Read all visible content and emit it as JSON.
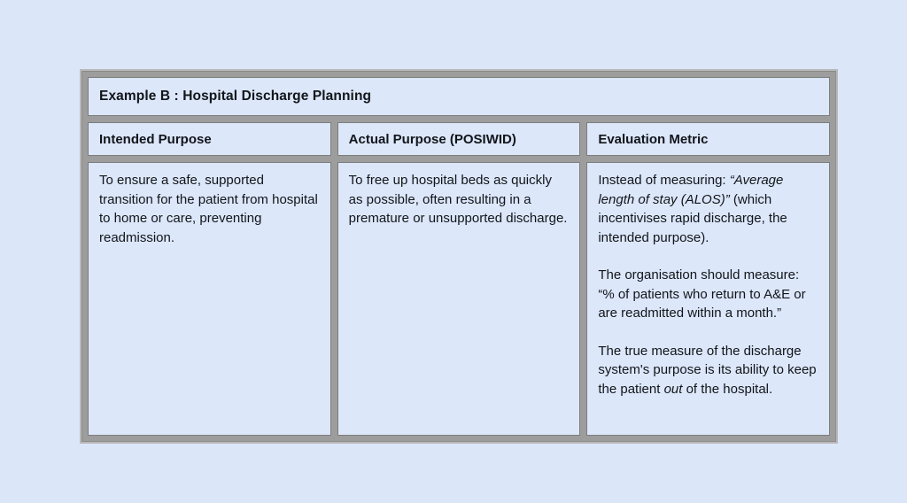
{
  "page": {
    "background": "#dbe6f8"
  },
  "table": {
    "title": "Example B : Hospital Discharge Planning",
    "colors": {
      "frame": "#9d9d9d",
      "frame_edge": "#b9b9b9",
      "cell_background": "#dce7fa",
      "cell_outline": "#7d7d7d",
      "text": "#12151a"
    },
    "columns": [
      {
        "header": "Intended Purpose",
        "paragraphs": [
          [
            {
              "text": "To ensure a safe, supported transition for the patient from hospital to home or care, preventing readmission.",
              "italic": false
            }
          ]
        ]
      },
      {
        "header": "Actual Purpose (POSIWID)",
        "paragraphs": [
          [
            {
              "text": "To free up hospital beds as quickly as possible, often resulting in a premature or unsupported discharge.",
              "italic": false
            }
          ]
        ]
      },
      {
        "header": "Evaluation Metric",
        "paragraphs": [
          [
            {
              "text": "Instead of measuring: ",
              "italic": false
            },
            {
              "text": "“Average length of stay (ALOS)”",
              "italic": true
            },
            {
              "text": " (which incentivises rapid discharge, the intended purpose).",
              "italic": false
            }
          ],
          [
            {
              "text": "The organisation should measure: “% of patients who return to A&E or are readmitted within a month.”",
              "italic": false
            }
          ],
          [
            {
              "text": "The true measure of the discharge system's purpose is its ability to keep the patient ",
              "italic": false
            },
            {
              "text": "out",
              "italic": true
            },
            {
              "text": " of the hospital.",
              "italic": false
            }
          ]
        ]
      }
    ]
  }
}
